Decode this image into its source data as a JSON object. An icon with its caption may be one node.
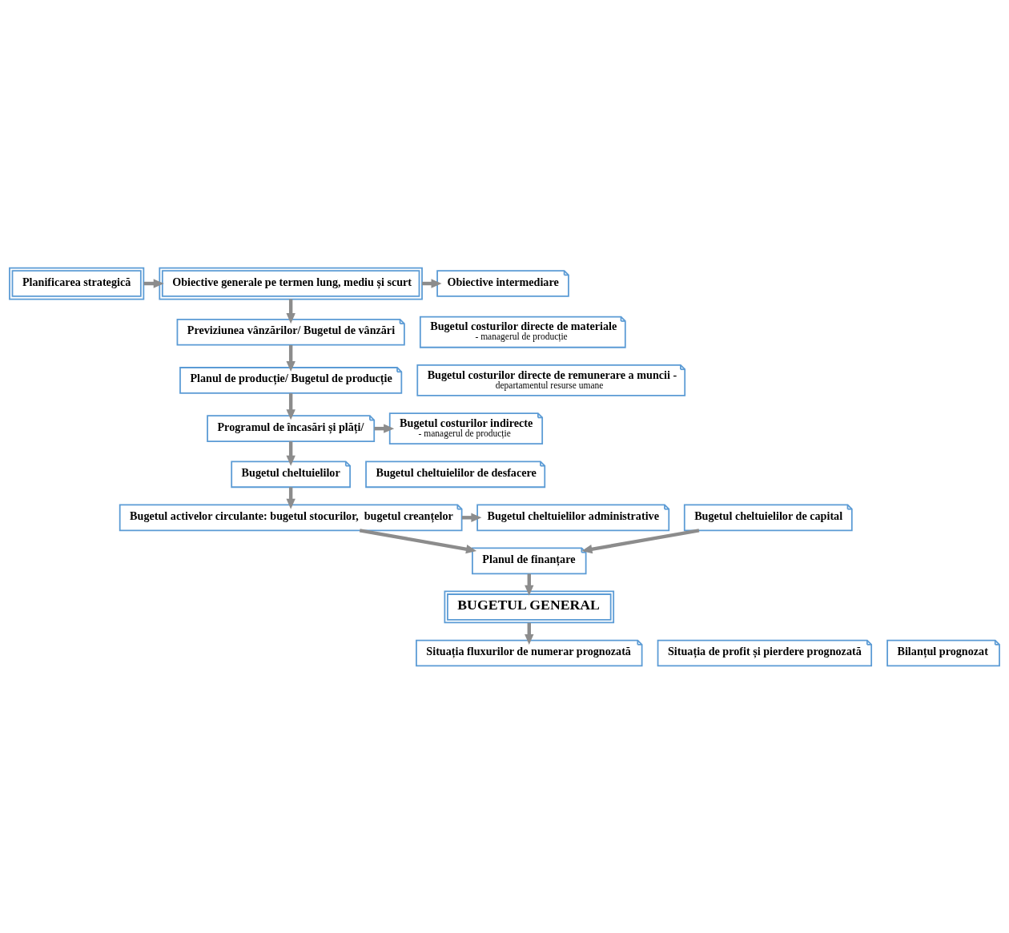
{
  "diagram": {
    "nodes": [
      {
        "text": [
          "Planificarea strategică"
        ]
      },
      {
        "text": [
          "Obiective generale pe termen lung, mediu și scurt"
        ]
      },
      {
        "text": [
          "Obiective intermediare"
        ]
      },
      {
        "text": [
          "Previziunea vânzărilor/ Bugetul de vânzări"
        ]
      },
      {
        "text": [
          "Bugetul costurilor directe de materiale",
          "- managerul de producție"
        ]
      },
      {
        "text": [
          "Planul de producție/ Bugetul de producție"
        ]
      },
      {
        "text": [
          "Bugetul costurilor directe de remunerare a muncii -",
          "departamentul resurse umane"
        ]
      },
      {
        "text": [
          "Programul de încasări și plăți/"
        ]
      },
      {
        "text": [
          "Bugetul costurilor indirecte",
          "- managerul de producție"
        ]
      },
      {
        "text": [
          "Bugetul cheltuielilor"
        ]
      },
      {
        "text": [
          "Bugetul cheltuielilor de desfacere"
        ]
      },
      {
        "text": [
          "Bugetul activelor circulante: bugetul stocurilor,  bugetul creanțelor"
        ]
      },
      {
        "text": [
          "Bugetul cheltuielilor administrative"
        ]
      },
      {
        "text": [
          "Bugetul cheltuielilor de capital"
        ]
      },
      {
        "text": [
          "Planul de finanțare"
        ]
      },
      {
        "text": [
          "BUGETUL GENERAL"
        ]
      },
      {
        "text": [
          "Situația de profit și pierdere prognozată"
        ]
      },
      {
        "text": [
          "Situația fluxurilor de numerar prognozată"
        ]
      },
      {
        "text": [
          "Bilanțul prognozat"
        ]
      }
    ],
    "edges": [
      {
        "from": 0,
        "to": 1,
        "arrow": "to"
      },
      {
        "from": 1,
        "to": 2,
        "arrow": "to"
      },
      {
        "from": 1,
        "to": 3,
        "arrow": "to"
      },
      {
        "from": 3,
        "to": 5,
        "arrow": "to"
      },
      {
        "from": 5,
        "to": 7,
        "arrow": "to"
      },
      {
        "from": 7,
        "to": 8,
        "arrow": "to"
      },
      {
        "from": 7,
        "to": 9,
        "arrow": "to"
      },
      {
        "from": 9,
        "to": 11,
        "arrow": "to"
      },
      {
        "from": 11,
        "to": 12,
        "arrow": "to"
      },
      {
        "from": 11,
        "to": 14,
        "arrow": "to"
      },
      {
        "from": 13,
        "to": 14,
        "arrow": "to"
      },
      {
        "from": 14,
        "to": 15,
        "arrow": "to"
      },
      {
        "from": 15,
        "to": 17,
        "arrow": "to"
      }
    ]
  }
}
